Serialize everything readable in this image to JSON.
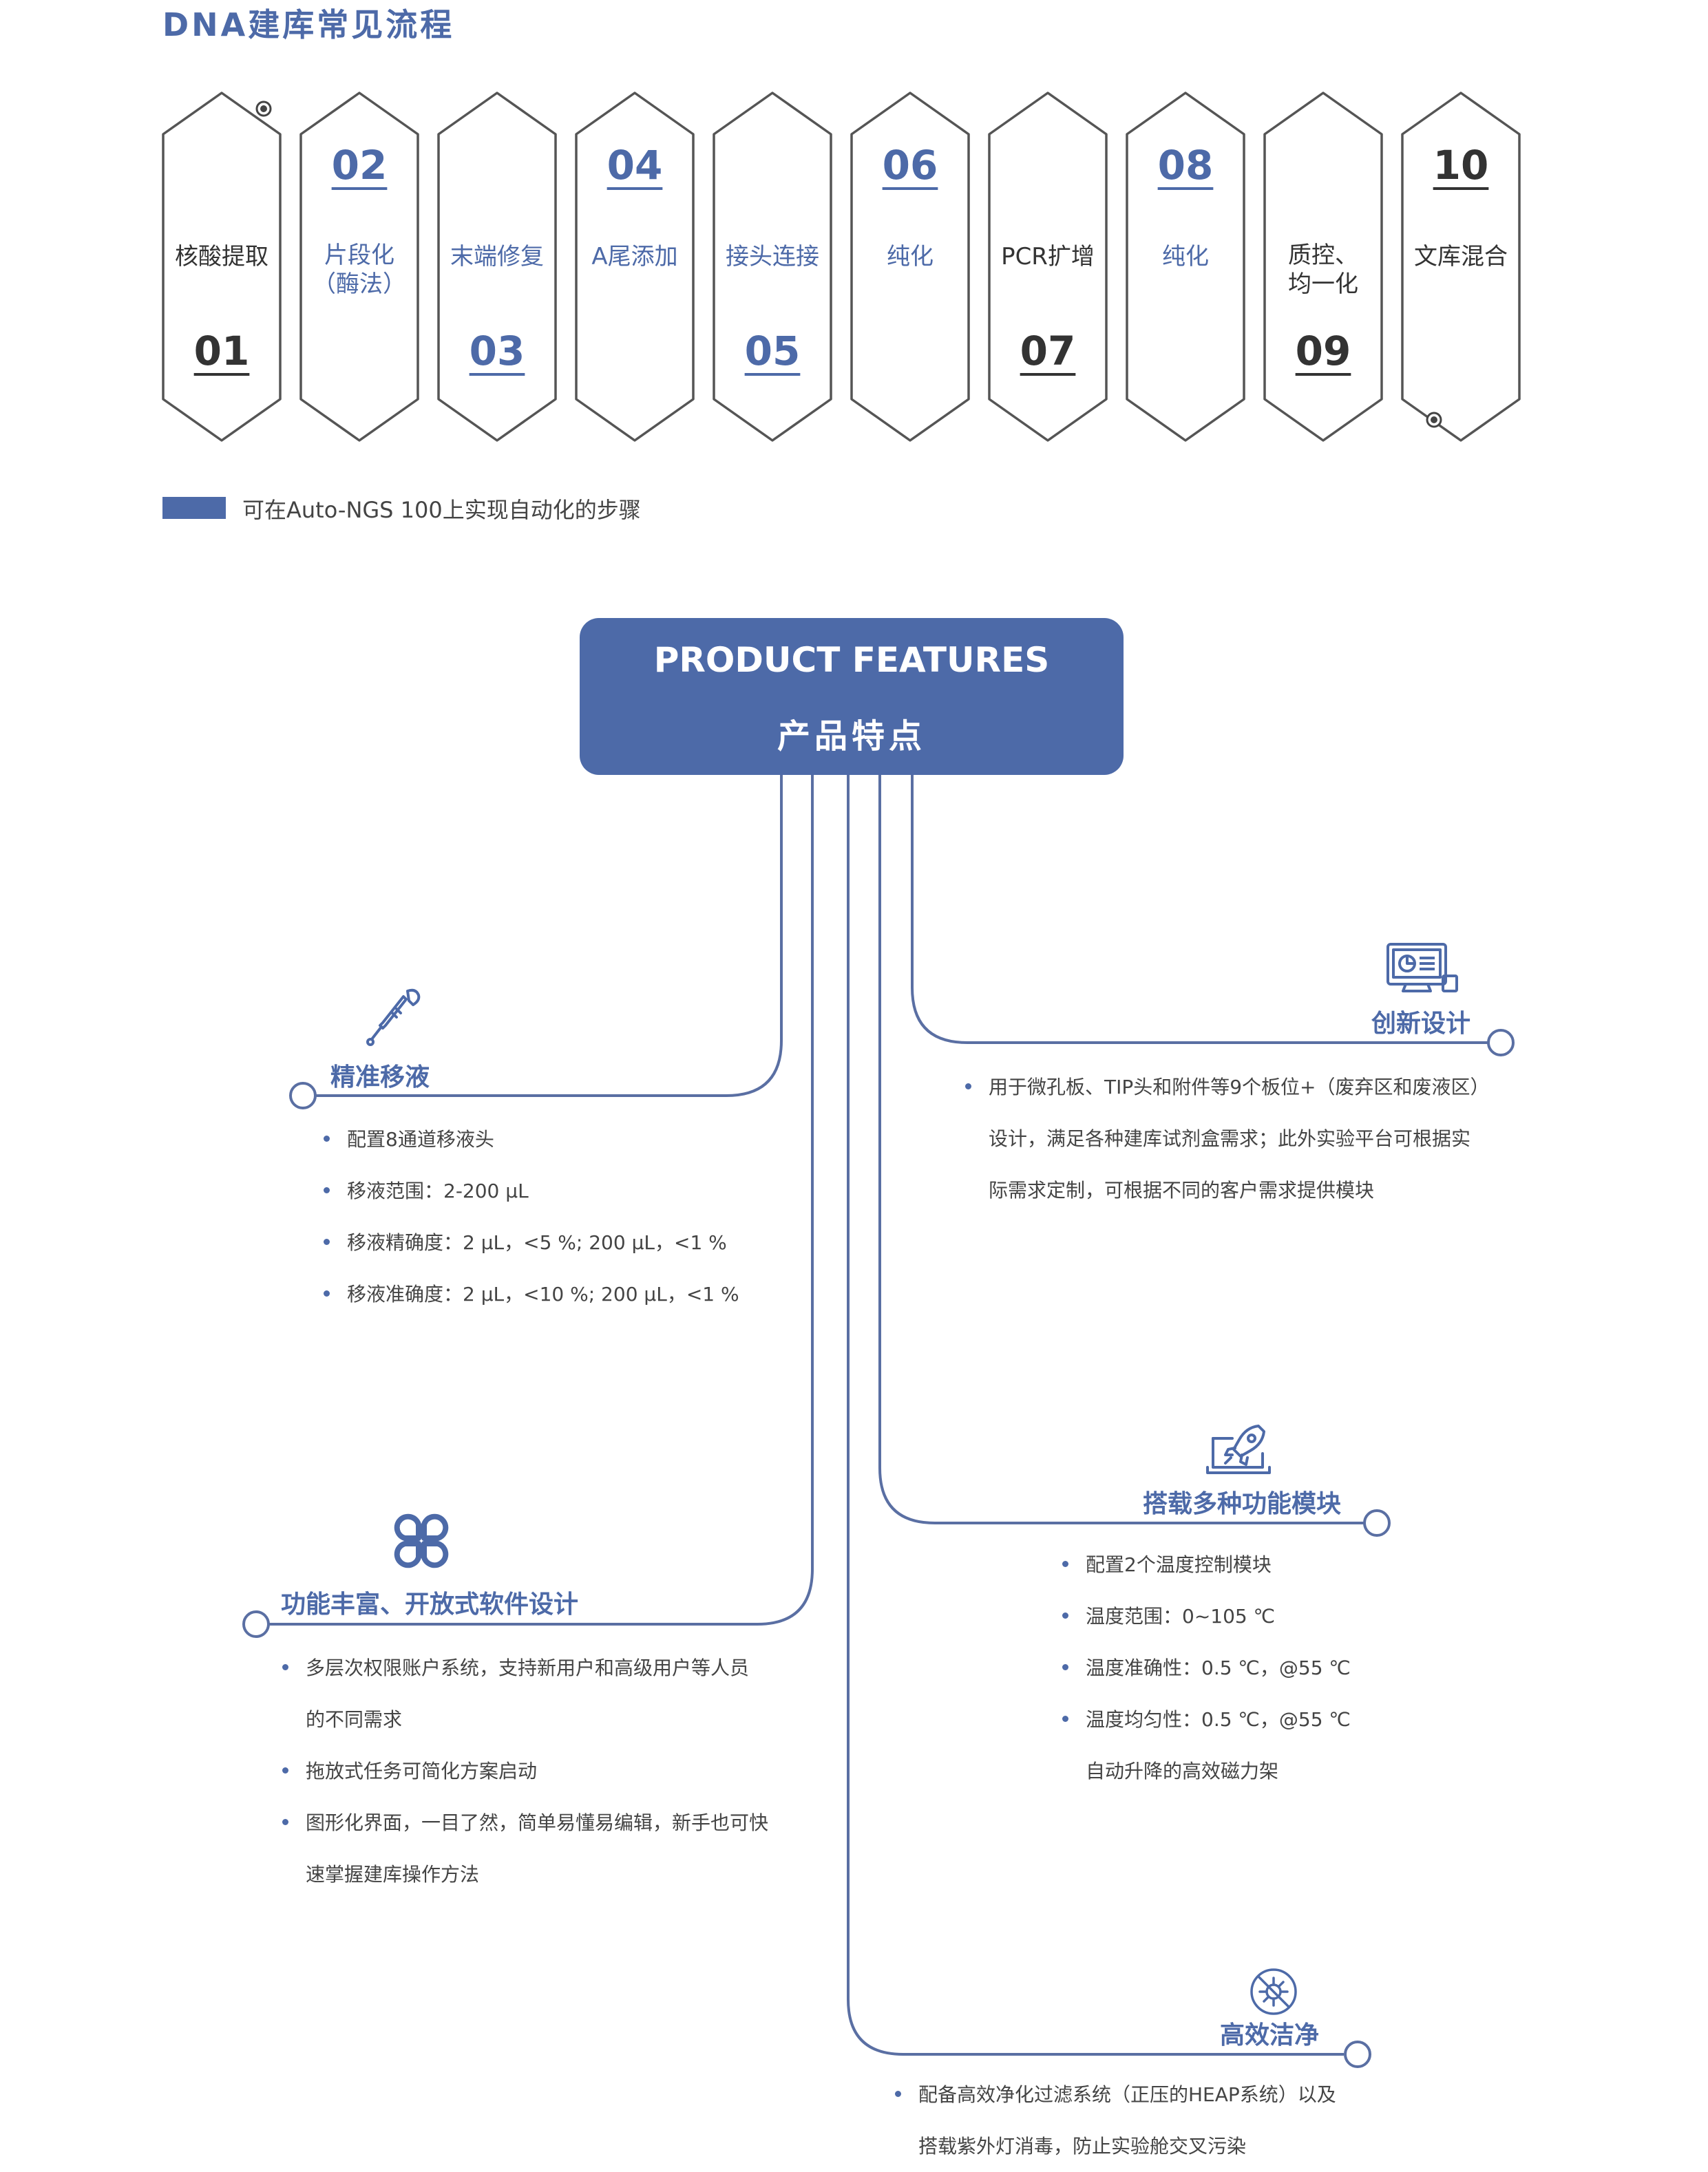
{
  "title": "DNA建库常见流程",
  "steps": [
    {
      "label": "核酸提取",
      "num": "01"
    },
    {
      "label": "片段化\n（酶法）",
      "num": "02"
    },
    {
      "label": "末端修复",
      "num": "03"
    },
    {
      "label": "A尾添加",
      "num": "04"
    },
    {
      "label": "接头连接",
      "num": "05"
    },
    {
      "label": "纯化",
      "num": "06"
    },
    {
      "label": "PCR扩增",
      "num": "07"
    },
    {
      "label": "纯化",
      "num": "08"
    },
    {
      "label": "质控、\n均一化",
      "num": "09"
    },
    {
      "label": "文库混合",
      "num": "10"
    }
  ],
  "legend": "可在Auto-NGS 100上实现自动化的步骤",
  "features_title": {
    "en": "PRODUCT FEATURES",
    "cn": "产品特点"
  },
  "features": {
    "pipetting": {
      "title": "精准移液",
      "icon": "pipette-icon",
      "items": [
        "配置8通道移液头",
        "移液范围：2-200 µL",
        "移液精确度：2  µL，<5 %; 200 µL，<1 %",
        "移液准确度：2 µL，<10 %; 200 µL，<1 %"
      ]
    },
    "software": {
      "title": "功能丰富、开放式软件设计",
      "icon": "app-grid-icon",
      "items": [
        "多层次权限账户系统，支持新用户和高级用户等人员",
        "的不同需求",
        "拖放式任务可简化方案启动",
        "图形化界面，一目了然，简单易懂易编辑，新手也可快",
        "速掌握建库操作方法"
      ]
    },
    "design": {
      "title": "创新设计",
      "icon": "monitor-chart-icon",
      "items": [
        "用于微孔板、TIP头和附件等9个板位+（废弃区和废液区）",
        "设计，满足各种建库试剂盒需求；此外实验平台可根据实",
        "际需求定制，可根据不同的客户需求提供模块"
      ]
    },
    "modules": {
      "title": "搭载多种功能模块",
      "icon": "rocket-laptop-icon",
      "items": [
        "配置2个温度控制模块",
        "温度范围：0~105 ℃",
        "温度准确性：0.5 ℃，@55 ℃",
        "温度均匀性：0.5 ℃，@55 ℃",
        "自动升降的高效磁力架"
      ]
    },
    "clean": {
      "title": "高效洁净",
      "icon": "no-germ-icon",
      "items": [
        "配备高效净化过滤系统（正压的HEAP系统）以及",
        "搭载紫外灯消毒，防止实验舱交叉污染"
      ]
    }
  },
  "colors": {
    "accent": "#4d6aa8",
    "line": "#5a6fa3",
    "text": "#333333"
  }
}
